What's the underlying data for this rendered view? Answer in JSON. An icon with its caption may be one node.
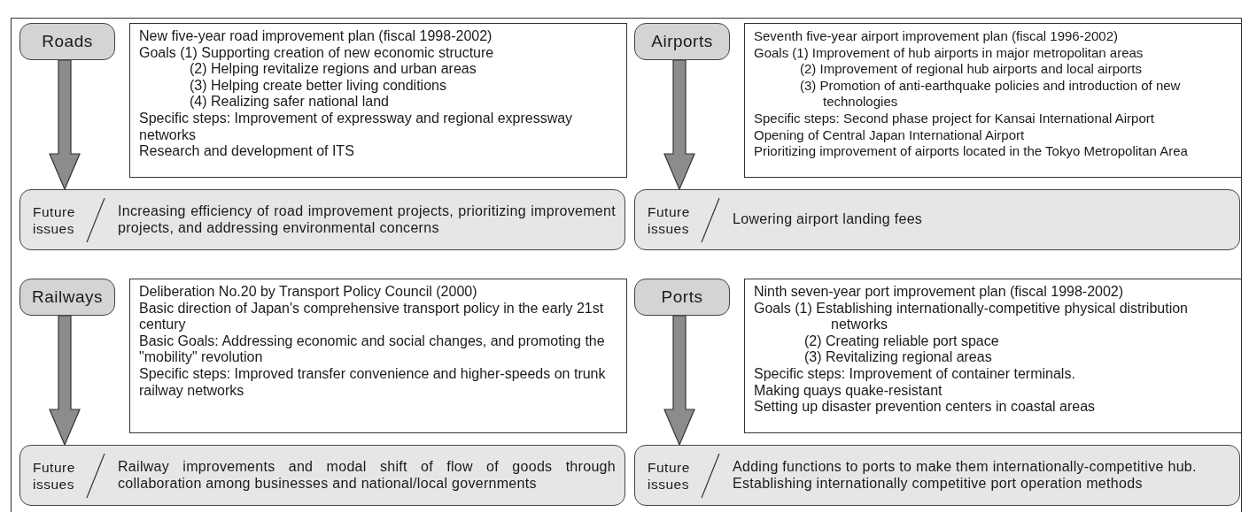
{
  "diagram": {
    "nodes": [
      {
        "text": [
          "Roads"
        ]
      },
      {
        "text": [
          "New five-year road improvement plan (fiscal 1998-2002)",
          "Goals (1) Supporting creation of new economic structure",
          "(2) Helping revitalize regions and urban areas",
          "(3) Helping create better living conditions",
          "(4) Realizing safer national land",
          "Specific steps: Improvement of expressway and regional expressway networks",
          "Research and development of ITS"
        ]
      },
      {
        "text": [
          "Future issues",
          "Increasing efficiency of road improvement projects, prioritizing improvement projects, and addressing environmental concerns"
        ]
      },
      {
        "text": [
          "Airports"
        ]
      },
      {
        "text": [
          "Seventh five-year airport improvement plan (fiscal 1996-2002)",
          "Goals (1) Improvement of hub airports in major metropolitan areas",
          "(2) Improvement of regional hub airports and local airports",
          "(3) Promotion of anti-earthquake policies and introduction of new technologies",
          "Specific steps: Second phase project for Kansai International Airport",
          "Opening of Central Japan International Airport",
          "Prioritizing improvement of airports located in the Tokyo Metropolitan Area"
        ]
      },
      {
        "text": [
          "Future issues",
          "Lowering airport landing fees"
        ]
      },
      {
        "text": [
          "Railways"
        ]
      },
      {
        "text": [
          "Deliberation No.20 by Transport Policy Council (2000)",
          "Basic direction of Japan's comprehensive transport policy in the early 21st century",
          "Basic Goals: Addressing economic and social changes, and promoting the \"mobility\" revolution",
          "Specific steps: Improved transfer convenience and higher-speeds on trunk railway networks"
        ]
      },
      {
        "text": [
          "Future issues",
          "Railway improvements and modal shift of flow of goods through collaboration among businesses and national/local governments"
        ]
      },
      {
        "text": [
          "Ports"
        ]
      },
      {
        "text": [
          "Ninth seven-year port improvement plan (fiscal 1998-2002)",
          "Goals (1) Establishing internationally-competitive physical distribution networks",
          "(2) Creating reliable port space",
          "(3) Revitalizing regional areas",
          "Specific steps: Improvement of container terminals.",
          "Making quays quake-resistant",
          "Setting up disaster prevention centers in coastal areas"
        ]
      },
      {
        "text": [
          "Future issues",
          "Adding functions to ports to make them internationally-competitive hub. Establishing internationally competitive port operation methods"
        ]
      }
    ],
    "edges": [
      {
        "from": 0,
        "to": 2,
        "arrow": "to",
        "style": "thick"
      },
      {
        "from": 3,
        "to": 5,
        "arrow": "to",
        "style": "thick"
      },
      {
        "from": 6,
        "to": 8,
        "arrow": "to",
        "style": "thick"
      },
      {
        "from": 9,
        "to": 11,
        "arrow": "to",
        "style": "thick"
      }
    ]
  }
}
